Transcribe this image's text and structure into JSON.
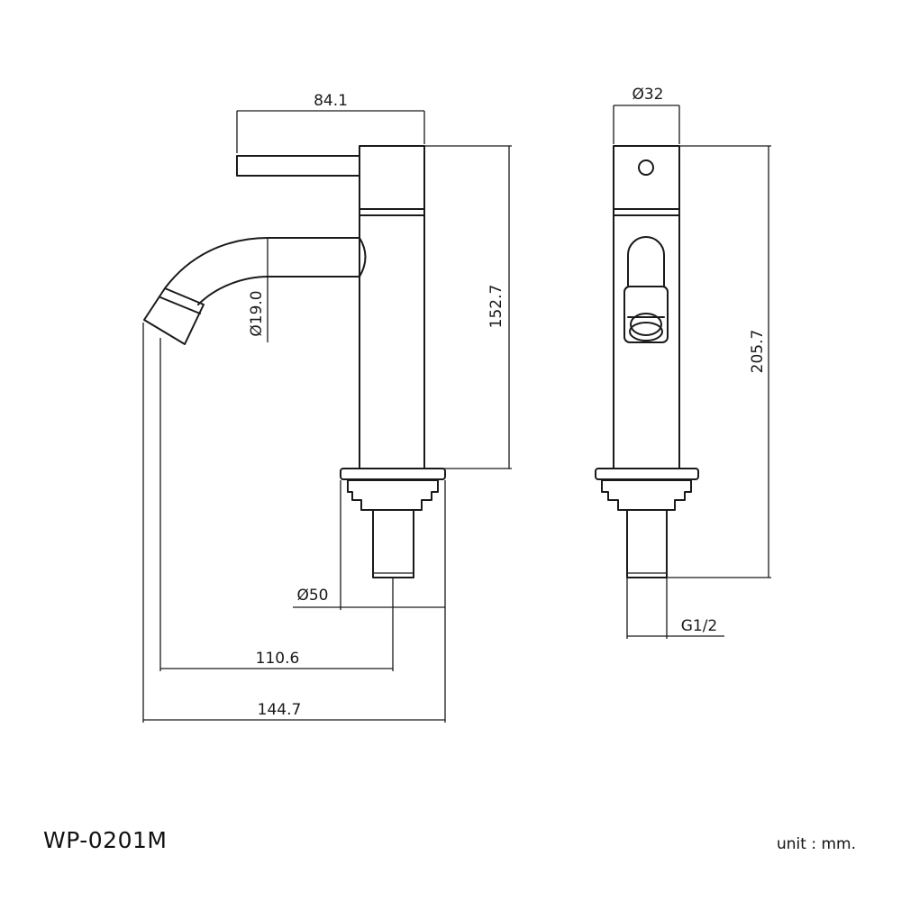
{
  "dimensions": {
    "handle_to_body": "84.1",
    "outer_diameter_side": "Ø32",
    "body_height": "152.7",
    "spout_diameter": "Ø19.0",
    "total_height": "205.7",
    "base_diameter": "Ø50",
    "thread": "G1/2",
    "spout_reach": "110.6",
    "total_reach": "144.7"
  },
  "model_label": "WP-0201M",
  "unit_label": "unit : mm."
}
